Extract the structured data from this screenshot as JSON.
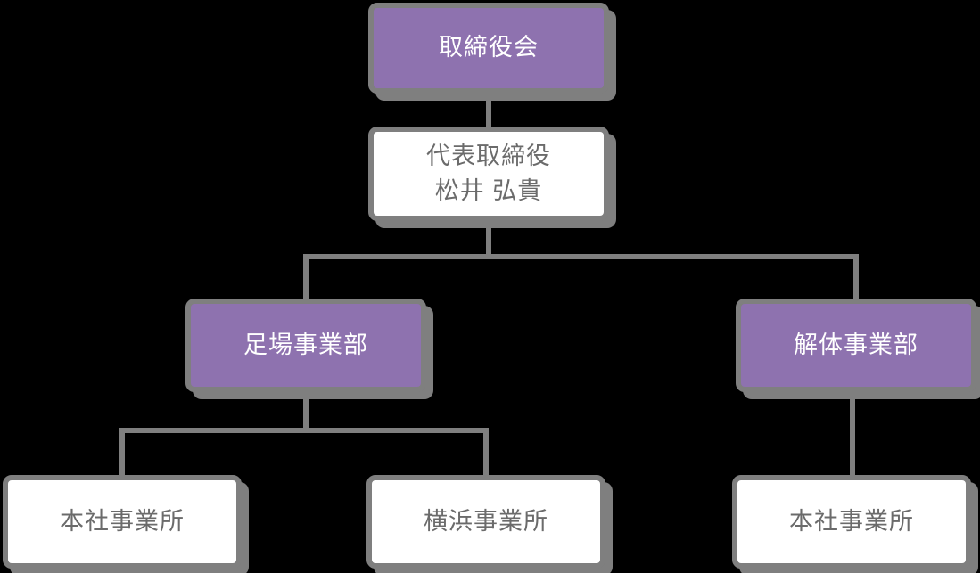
{
  "chart_type": "org-chart",
  "nodes": {
    "board": {
      "label": "取締役会",
      "variant": "purple"
    },
    "ceo": {
      "title": "代表取締役",
      "name": "松井 弘貴",
      "variant": "white"
    },
    "scaffold_division": {
      "label": "足場事業部",
      "variant": "purple"
    },
    "demolition_division": {
      "label": "解体事業部",
      "variant": "purple"
    },
    "scaffold_head_office": {
      "label": "本社事業所",
      "variant": "white"
    },
    "scaffold_yokohama_office": {
      "label": "横浜事業所",
      "variant": "white"
    },
    "demolition_head_office": {
      "label": "本社事業所",
      "variant": "white"
    }
  },
  "hierarchy": [
    {
      "from": "board",
      "to": "ceo"
    },
    {
      "from": "ceo",
      "to": "scaffold_division"
    },
    {
      "from": "ceo",
      "to": "demolition_division"
    },
    {
      "from": "scaffold_division",
      "to": "scaffold_head_office"
    },
    {
      "from": "scaffold_division",
      "to": "scaffold_yokohama_office"
    },
    {
      "from": "demolition_division",
      "to": "demolition_head_office"
    }
  ],
  "colors": {
    "background": "#000000",
    "purple_fill": "#8e72af",
    "white_fill": "#ffffff",
    "gray_border": "#7f7f7f",
    "text_on_purple": "#ffffff",
    "text_on_white": "#6b6b6b"
  }
}
